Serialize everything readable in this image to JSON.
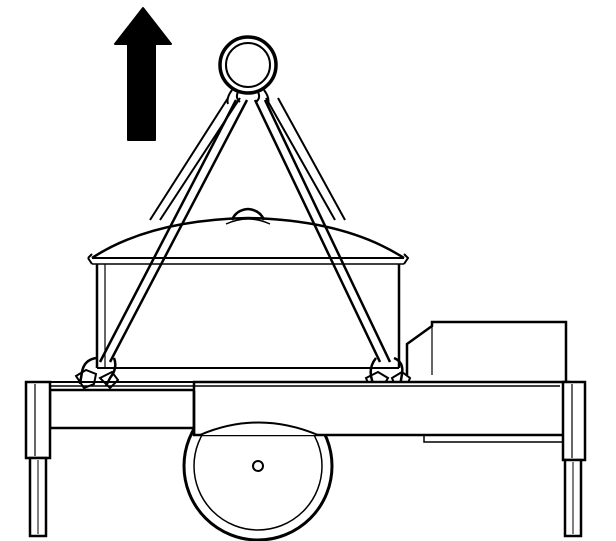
{
  "diagram": {
    "ink_color": "#000000",
    "paper_color": "#ffffff",
    "parts": [
      {
        "name": "lift-direction-arrow-icon"
      },
      {
        "name": "lifting-ring"
      },
      {
        "name": "lifting-sling-left"
      },
      {
        "name": "lifting-sling-right"
      },
      {
        "name": "tank-with-domed-lid"
      },
      {
        "name": "control-box"
      },
      {
        "name": "trailer-frame"
      },
      {
        "name": "trailer-wheel"
      },
      {
        "name": "support-leg-left"
      },
      {
        "name": "support-leg-right"
      }
    ]
  }
}
